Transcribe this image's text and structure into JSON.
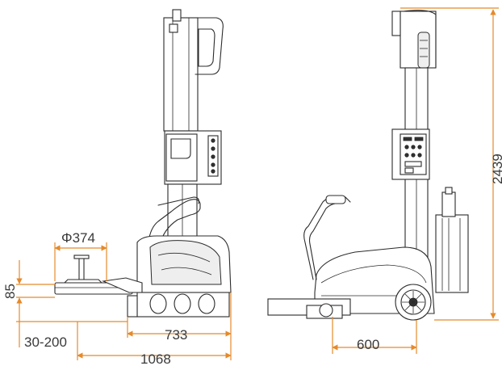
{
  "dimensions": {
    "diameter": "Φ374",
    "height_85": "85",
    "range": "30-200",
    "length_733": "733",
    "length_1068": "1068",
    "length_600": "600",
    "height_2439": "2439"
  },
  "colors": {
    "dimension_line": "#e58a2b",
    "drawing_line": "#2b2b2b",
    "background": "#ffffff"
  }
}
